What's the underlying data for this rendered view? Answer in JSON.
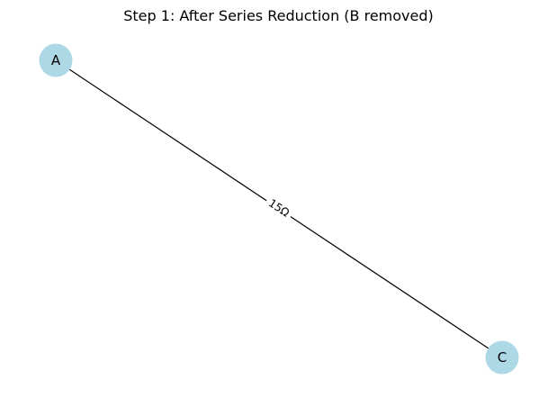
{
  "title": "Step 1: After Series Reduction (B removed)",
  "graph": {
    "node_color": "#add8e6",
    "edge_color": "#000000",
    "nodes": [
      {
        "id": "A",
        "label": "A"
      },
      {
        "id": "C",
        "label": "C"
      }
    ],
    "edges": [
      {
        "from": "A",
        "to": "C",
        "label": "15Ω"
      }
    ]
  }
}
